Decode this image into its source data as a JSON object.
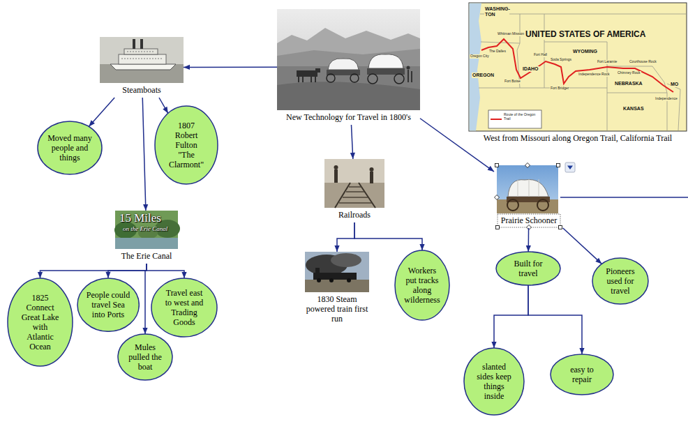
{
  "diagram": {
    "nodes": [
      {
        "text": [
          "New Technology for Travel in 1800's"
        ]
      },
      {
        "text": [
          "Steamboats"
        ]
      },
      {
        "text": [
          "Moved many people and things"
        ]
      },
      {
        "text": [
          "1807 Robert Fulton \"The Clarmont\""
        ]
      },
      {
        "text": [
          "The Erie Canal"
        ]
      },
      {
        "text": [
          "1825 Connect Great Lake with Atlantic Ocean"
        ]
      },
      {
        "text": [
          "People could travel Sea into Ports"
        ]
      },
      {
        "text": [
          "Mules pulled the boat"
        ]
      },
      {
        "text": [
          "Travel east to west and Trading Goods"
        ]
      },
      {
        "text": [
          "Railroads"
        ]
      },
      {
        "text": [
          "1830 Steam powered train first run"
        ]
      },
      {
        "text": [
          "Workers put tracks along wilderness"
        ]
      },
      {
        "text": [
          "Prairie Schooner"
        ]
      },
      {
        "text": [
          "Built for travel"
        ]
      },
      {
        "text": [
          "Pioneers used for travel"
        ]
      },
      {
        "text": [
          "slanted sides keep things inside"
        ]
      },
      {
        "text": [
          "easy to repair"
        ]
      },
      {
        "text": [
          "West from Missouri along Oregon Trail, California Trail"
        ]
      }
    ],
    "edges": [
      {
        "from": 0,
        "to": 1,
        "arrow": "to"
      },
      {
        "from": 0,
        "to": 9,
        "arrow": "to"
      },
      {
        "from": 0,
        "to": 12,
        "arrow": "to"
      },
      {
        "from": 1,
        "to": 2,
        "arrow": "to"
      },
      {
        "from": 1,
        "to": 3,
        "arrow": "to"
      },
      {
        "from": 1,
        "to": 4,
        "arrow": "to"
      },
      {
        "from": 4,
        "to": 5,
        "arrow": "to"
      },
      {
        "from": 4,
        "to": 6,
        "arrow": "to"
      },
      {
        "from": 4,
        "to": 7,
        "arrow": "to"
      },
      {
        "from": 4,
        "to": 8,
        "arrow": "to"
      },
      {
        "from": 9,
        "to": 10,
        "arrow": "to"
      },
      {
        "from": 9,
        "to": 11,
        "arrow": "to"
      },
      {
        "from": 12,
        "to": 13,
        "arrow": "to"
      },
      {
        "from": 12,
        "to": 14,
        "arrow": "to"
      },
      {
        "from": 13,
        "to": 15,
        "arrow": "to"
      },
      {
        "from": 13,
        "to": 16,
        "arrow": "to"
      }
    ],
    "labels": [
      "15 Miles",
      "on the Erie Canal",
      "UNITED STATES OF AMERICA",
      "WASHING- TON",
      "OREGON",
      "IDAHO",
      "WYOMING",
      "NEBRASKA",
      "KANSAS",
      "MO",
      "Oregon City",
      "The Dalles",
      "Whitman Mission",
      "Fort Boise",
      "Fort Hall",
      "Soda Springs",
      "Fort Bridger",
      "Independence Rock",
      "Fort Laramie",
      "Chimney Rock",
      "Courthouse Rock",
      "Independence"
    ],
    "legend": [
      {
        "text": "Route of the Oregon Trail"
      }
    ]
  }
}
